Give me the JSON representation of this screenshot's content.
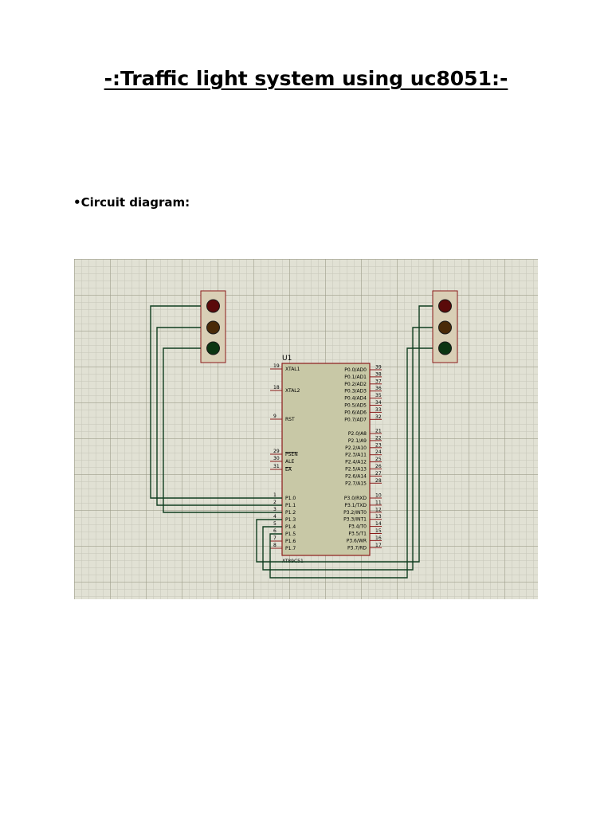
{
  "document": {
    "title": "-:Traffic light system using uc8051:-",
    "section_heading": "•Circuit diagram:"
  },
  "schematic": {
    "colors": {
      "background": "#e1e1d4",
      "ic_fill": "#c8c8a6",
      "ic_border": "#8b1a1a",
      "wire": "#0f3d1f",
      "lamp_red": "#5a0a0a",
      "lamp_yellow": "#4a2a08",
      "lamp_green": "#0c3512",
      "light_housing": "#d9cfb6"
    },
    "chip": {
      "ref": "U1",
      "part": "AT89C51",
      "left_pins": [
        {
          "num": "19",
          "name": "XTAL1"
        },
        {
          "num": "18",
          "name": "XTAL2"
        },
        {
          "num": "9",
          "name": "RST"
        },
        {
          "num": "29",
          "name": "PSEN"
        },
        {
          "num": "30",
          "name": "ALE"
        },
        {
          "num": "31",
          "name": "EA"
        },
        {
          "num": "1",
          "name": "P1.0"
        },
        {
          "num": "2",
          "name": "P1.1"
        },
        {
          "num": "3",
          "name": "P1.2"
        },
        {
          "num": "4",
          "name": "P1.3"
        },
        {
          "num": "5",
          "name": "P1.4"
        },
        {
          "num": "6",
          "name": "P1.5"
        },
        {
          "num": "7",
          "name": "P1.6"
        },
        {
          "num": "8",
          "name": "P1.7"
        }
      ],
      "right_pins": [
        {
          "num": "39",
          "name": "P0.0/AD0"
        },
        {
          "num": "38",
          "name": "P0.1/AD1"
        },
        {
          "num": "37",
          "name": "P0.2/AD2"
        },
        {
          "num": "36",
          "name": "P0.3/AD3"
        },
        {
          "num": "35",
          "name": "P0.4/AD4"
        },
        {
          "num": "34",
          "name": "P0.5/AD5"
        },
        {
          "num": "33",
          "name": "P0.6/AD6"
        },
        {
          "num": "32",
          "name": "P0.7/AD7"
        },
        {
          "num": "21",
          "name": "P2.0/A8"
        },
        {
          "num": "22",
          "name": "P2.1/A9"
        },
        {
          "num": "23",
          "name": "P2.2/A10"
        },
        {
          "num": "24",
          "name": "P2.3/A11"
        },
        {
          "num": "25",
          "name": "P2.4/A12"
        },
        {
          "num": "26",
          "name": "P2.5/A13"
        },
        {
          "num": "27",
          "name": "P2.6/A14"
        },
        {
          "num": "28",
          "name": "P2.7/A15"
        },
        {
          "num": "10",
          "name": "P3.0/RXD"
        },
        {
          "num": "11",
          "name": "P3.1/TXD"
        },
        {
          "num": "12",
          "name": "P3.2/INT0"
        },
        {
          "num": "13",
          "name": "P3.3/INT1"
        },
        {
          "num": "14",
          "name": "P3.4/T0"
        },
        {
          "num": "15",
          "name": "P3.5/T1"
        },
        {
          "num": "16",
          "name": "P3.6/WR"
        },
        {
          "num": "17",
          "name": "P3.7/RD"
        }
      ]
    }
  }
}
